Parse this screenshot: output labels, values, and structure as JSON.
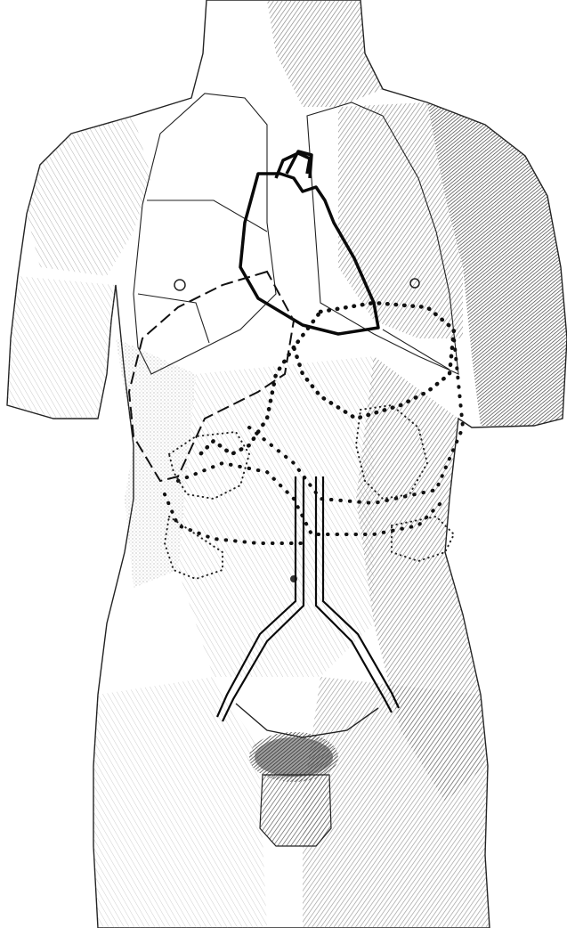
{
  "figure": {
    "background": "#ffffff",
    "ink": "#1a1a1a",
    "shade_dark": "#3a3a3a",
    "shade_mid": "#8a8a8a",
    "shade_light": "#c8c8c8",
    "organs": [
      "lungs",
      "heart",
      "liver",
      "stomach",
      "colon",
      "small-intestine",
      "aorta",
      "iliac-arteries",
      "bladder"
    ]
  }
}
